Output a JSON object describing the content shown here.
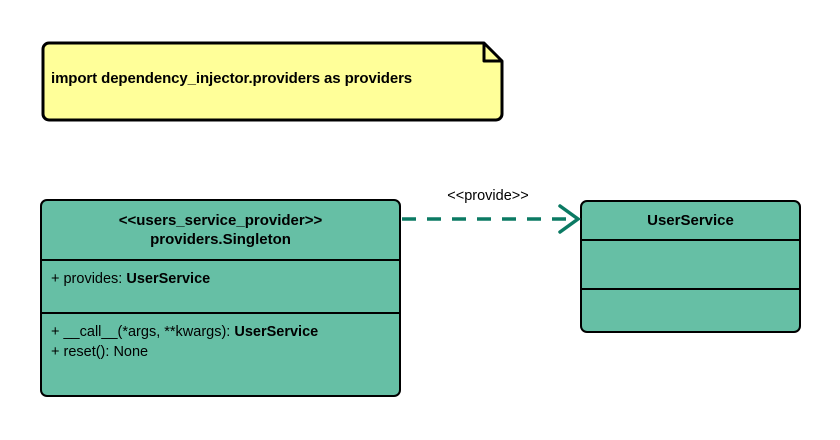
{
  "diagram": {
    "title": "Singleton provider UML class diagram",
    "background": "#ffffff",
    "class_fill": "#66bfa5",
    "note_fill": "#ffff99",
    "connector_color": "#0b7a63",
    "outline_color": "#000000"
  },
  "note": {
    "text": "import dependency_injector.providers as providers"
  },
  "provider_class": {
    "stereotype": "<<users_service_provider>>",
    "name": "providers.Singleton",
    "attributes": [
      {
        "visibility": "+",
        "label": "+ provides: ",
        "type": "UserService"
      }
    ],
    "operations": [
      {
        "visibility": "+",
        "label": "+ __call__(*args, **kwargs): ",
        "type": "UserService"
      },
      {
        "visibility": "+",
        "label": "+ reset(): None",
        "type": ""
      }
    ]
  },
  "service_class": {
    "name": "UserService",
    "attributes": [],
    "operations": []
  },
  "connector": {
    "label": "<<provide>>",
    "style": "dashed",
    "arrowhead": "open"
  }
}
